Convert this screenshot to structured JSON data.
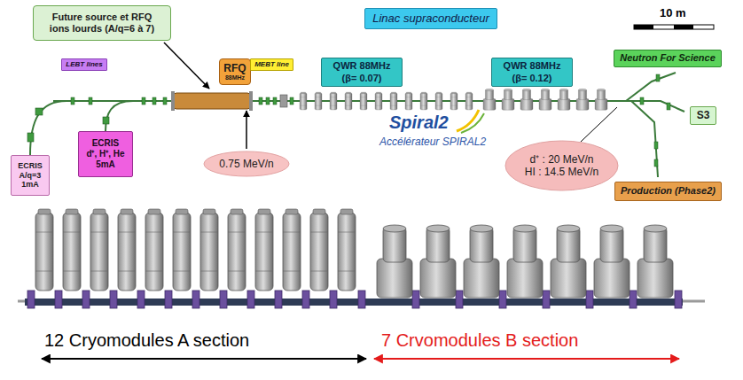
{
  "diagram": {
    "nodes": [
      {
        "text": [
          "Future source et RFQ ions lourds (A/q=6 à 7)"
        ]
      },
      {
        "text": [
          "Linac supraconducteur"
        ]
      },
      {
        "text": [
          "Neutron For Science"
        ]
      },
      {
        "text": [
          "LEBT lines"
        ]
      },
      {
        "text": [
          "RFQ",
          "88MHz"
        ]
      },
      {
        "text": [
          "MEBT line"
        ]
      },
      {
        "text": [
          "QWR 88MHz",
          "(β= 0.07)"
        ]
      },
      {
        "text": [
          "QWR 88MHz",
          "(β= 0.12)"
        ]
      },
      {
        "text": [
          "S3"
        ]
      },
      {
        "text": [
          "ECRIS",
          "A/q=3",
          "1mA"
        ]
      },
      {
        "text": [
          "ECRIS",
          "d⁺, H⁺, He",
          "5mA"
        ]
      },
      {
        "text": [
          "0.75 MeV/n"
        ]
      },
      {
        "text": [
          "d⁺ : 20 MeV/n",
          "HI : 14.5 MeV/n"
        ]
      },
      {
        "text": [
          "Production (Phase2)"
        ]
      }
    ],
    "labels": [
      "10 m",
      "Spiral2",
      "Accélérateur SPIRAL2",
      "12 Cryomodules A section",
      "7 Crvomodules B section"
    ]
  }
}
